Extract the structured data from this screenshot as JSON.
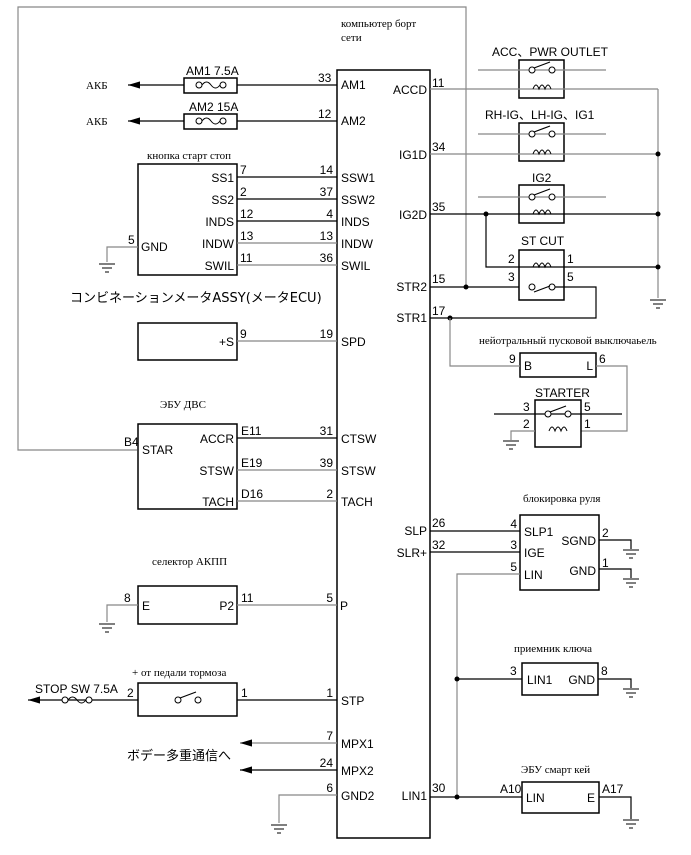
{
  "main_unit": {
    "title_line1": "компьютер борт",
    "title_line2": "сети",
    "left_pins": [
      {
        "no": "33",
        "name": "AM1"
      },
      {
        "no": "12",
        "name": "AM2"
      },
      {
        "no": "14",
        "name": "SSW1"
      },
      {
        "no": "37",
        "name": "SSW2"
      },
      {
        "no": "4",
        "name": "INDS"
      },
      {
        "no": "13",
        "name": "INDW"
      },
      {
        "no": "36",
        "name": "SWIL"
      },
      {
        "no": "19",
        "name": "SPD"
      },
      {
        "no": "31",
        "name": "CTSW"
      },
      {
        "no": "39",
        "name": "STSW"
      },
      {
        "no": "2",
        "name": "TACH"
      },
      {
        "no": "5",
        "name": "P"
      },
      {
        "no": "1",
        "name": "STP"
      },
      {
        "no": "7",
        "name": "MPX1"
      },
      {
        "no": "24",
        "name": "MPX2"
      },
      {
        "no": "6",
        "name": "GND2"
      }
    ],
    "right_pins": [
      {
        "no": "11",
        "name": "ACCD"
      },
      {
        "no": "34",
        "name": "IG1D"
      },
      {
        "no": "35",
        "name": "IG2D"
      },
      {
        "no": "15",
        "name": "STR2"
      },
      {
        "no": "17",
        "name": "STR1"
      },
      {
        "no": "26",
        "name": "SLP"
      },
      {
        "no": "32",
        "name": "SLR+"
      },
      {
        "no": "30",
        "name": "LIN1"
      }
    ]
  },
  "battery": {
    "label": "АКБ",
    "fuses": [
      "AM1 7.5A",
      "AM2 15A"
    ]
  },
  "start_button": {
    "title": "кнопка старт стоп",
    "gnd_pin": "5",
    "gnd_name": "GND",
    "pins": [
      {
        "no": "7",
        "name": "SS1"
      },
      {
        "no": "2",
        "name": "SS2"
      },
      {
        "no": "12",
        "name": "INDS"
      },
      {
        "no": "13",
        "name": "INDW"
      },
      {
        "no": "11",
        "name": "SWIL"
      }
    ]
  },
  "meter": {
    "title": "コンビネーションメータASSY(メータECU)",
    "pin_no": "9",
    "pin_name": "+S"
  },
  "engine_ecu": {
    "title": "ЭБУ ДВС",
    "left_pin_no": "B4",
    "left_pin_name": "STAR",
    "pins": [
      {
        "no": "E11",
        "name": "ACCR"
      },
      {
        "no": "E19",
        "name": "STSW"
      },
      {
        "no": "D16",
        "name": "TACH"
      }
    ]
  },
  "selector": {
    "title": "селектор АКПП",
    "e_pin": "8",
    "e_name": "E",
    "p_pin": "11",
    "p_name": "P2"
  },
  "brake": {
    "title": "+ от педали тормоза",
    "fuse": "STOP SW 7.5A",
    "pin_left": "2",
    "pin_right": "1"
  },
  "body_mux": {
    "label": "ボデー多重通信へ"
  },
  "relays": {
    "acc": "ACC、PWR OUTLET",
    "ig1": "RH-IG、LH-IG、IG1",
    "ig2": "IG2",
    "stcut": {
      "title": "ST CUT",
      "p2": "2",
      "p1": "1",
      "p3": "3",
      "p5": "5"
    },
    "starter": {
      "title": "STARTER",
      "p3": "3",
      "p5": "5",
      "p2": "2",
      "p1": "1"
    }
  },
  "neutral_switch": {
    "title": "нейотральный пусковой выключаьель",
    "b_pin": "9",
    "b_name": "B",
    "l_pin": "6",
    "l_name": "L"
  },
  "steering_lock": {
    "title": "блокировка руля",
    "pins": [
      {
        "no": "4",
        "name": "SLP1"
      },
      {
        "no": "3",
        "name": "IGE"
      },
      {
        "no": "5",
        "name": "LIN"
      }
    ],
    "sgnd_pin": "2",
    "sgnd_name": "SGND",
    "gnd_pin": "1",
    "gnd_name": "GND"
  },
  "key_receiver": {
    "title": "приемник ключа",
    "lin_pin": "3",
    "lin_name": "LIN1",
    "gnd_pin": "8",
    "gnd_name": "GND"
  },
  "smart_key_ecu": {
    "title": "ЭБУ смарт кей",
    "lin_pin": "A10",
    "lin_name": "LIN",
    "e_pin": "A17",
    "e_name": "E"
  }
}
